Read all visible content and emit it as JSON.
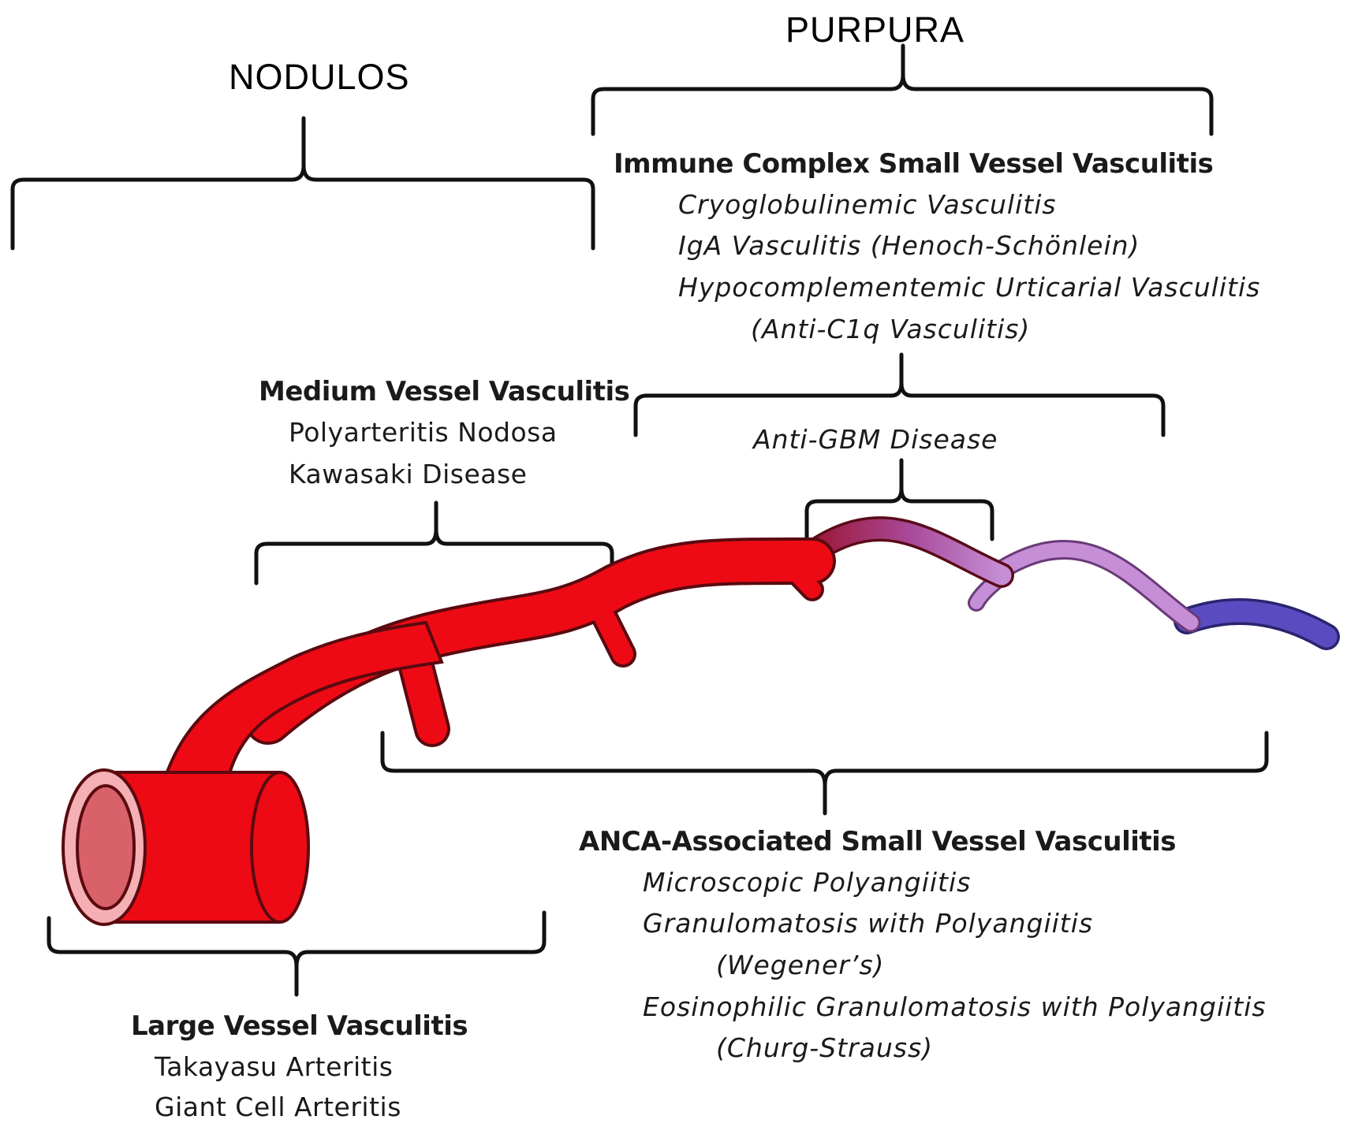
{
  "headers": {
    "nodulos": "NODULOS",
    "purpura": "PURPURA"
  },
  "immune_complex": {
    "title": "Immune Complex  Small Vessel Vasculitis",
    "items": [
      "Cryoglobulinemic Vasculitis",
      "IgA Vasculitis (Henoch-Schönlein)",
      "Hypocomplementemic Urticarial Vasculitis",
      "(Anti-C1q Vasculitis)"
    ]
  },
  "medium_vessel": {
    "title": "Medium Vessel Vasculitis",
    "items": [
      "Polyarteritis Nodosa",
      "Kawasaki Disease"
    ]
  },
  "anti_gbm": {
    "label": "Anti-GBM Disease"
  },
  "anca": {
    "title": "ANCA-Associated Small Vessel Vasculitis",
    "items": [
      "Microscopic Polyangiitis",
      "Granulomatosis with Polyangiitis",
      "(Wegener’s)",
      "Eosinophilic Granulomatosis with Polyangiitis",
      "(Churg-Strauss)"
    ]
  },
  "large_vessel": {
    "title": "Large Vessel Vasculitis",
    "items": [
      "Takayasu Arteritis",
      "Giant Cell Arteritis"
    ]
  },
  "colors": {
    "artery_red": "#ee0a14",
    "artery_outline": "#5a0a10",
    "lumen_pink": "#d9616a",
    "lumen_ring": "#f4b0b4",
    "dark_red": "#8a1020",
    "light_purple": "#c58ed6",
    "dark_purple": "#5a4cc0",
    "bracket": "#111111"
  }
}
